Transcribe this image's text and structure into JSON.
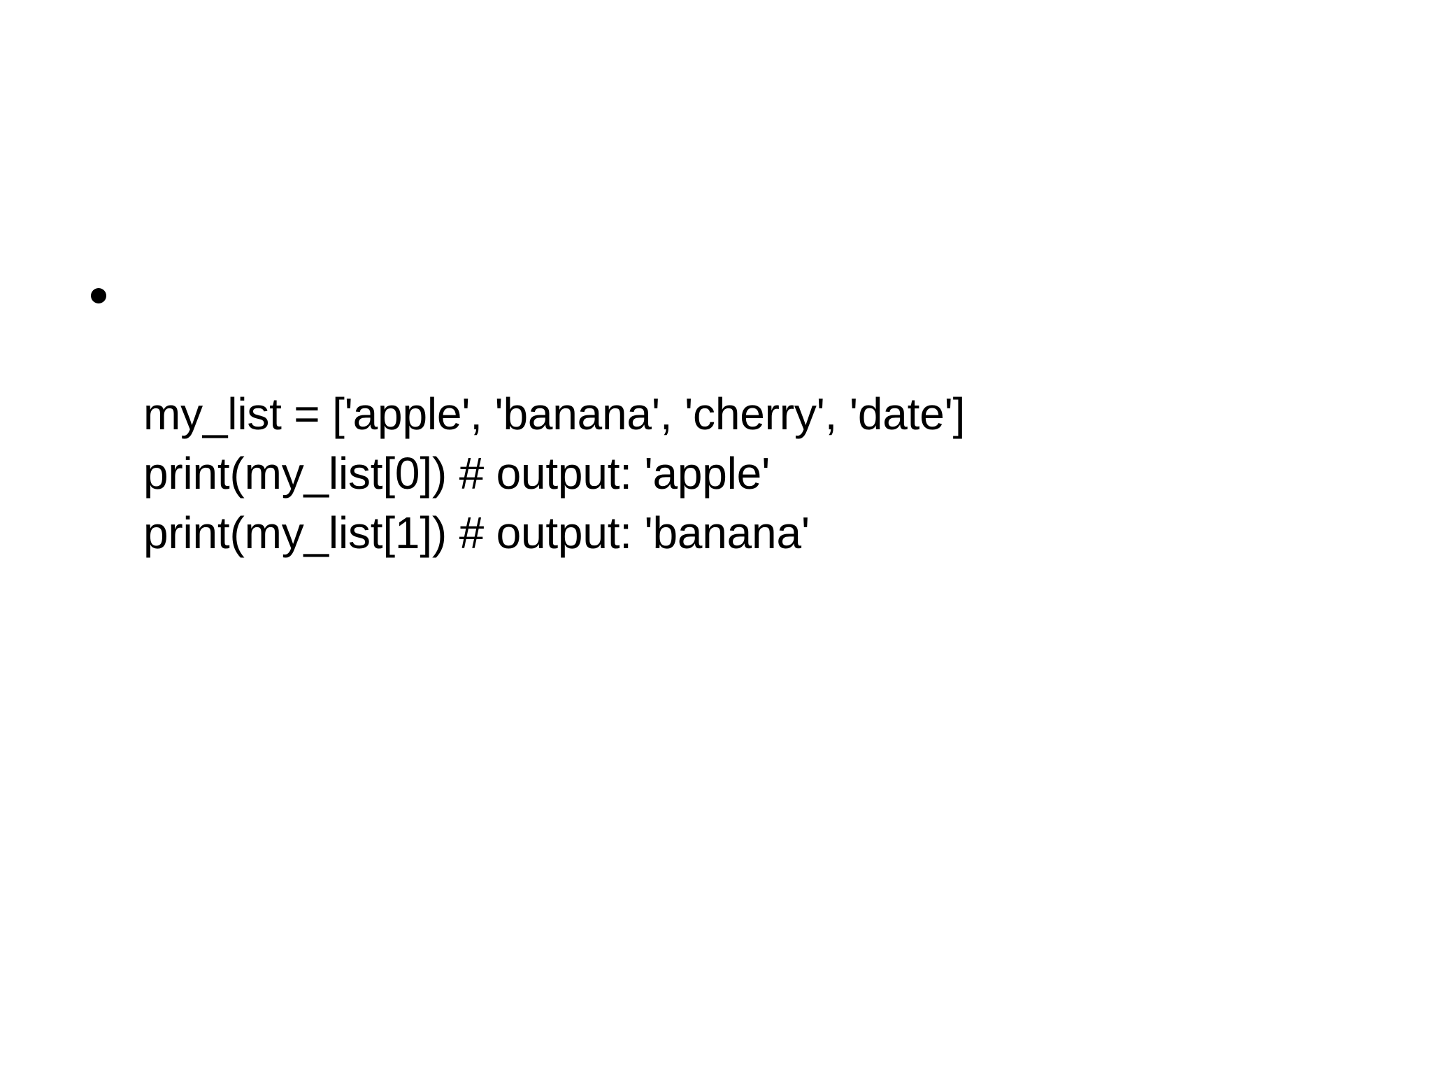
{
  "slide": {
    "background_color": "#ffffff",
    "text_color": "#000000",
    "body": {
      "bullets": [
        {
          "marker": "round-bullet",
          "text": "my_list = ['apple', 'banana', 'cherry', 'date']\nprint(my_list[0]) # output: 'apple'\nprint(my_list[1]) # output: 'banana'",
          "lines": [
            "my_list = ['apple', 'banana', 'cherry', 'date']",
            "print(my_list[0]) # output: 'apple'",
            "print(my_list[1]) # output: 'banana'"
          ]
        }
      ]
    }
  }
}
